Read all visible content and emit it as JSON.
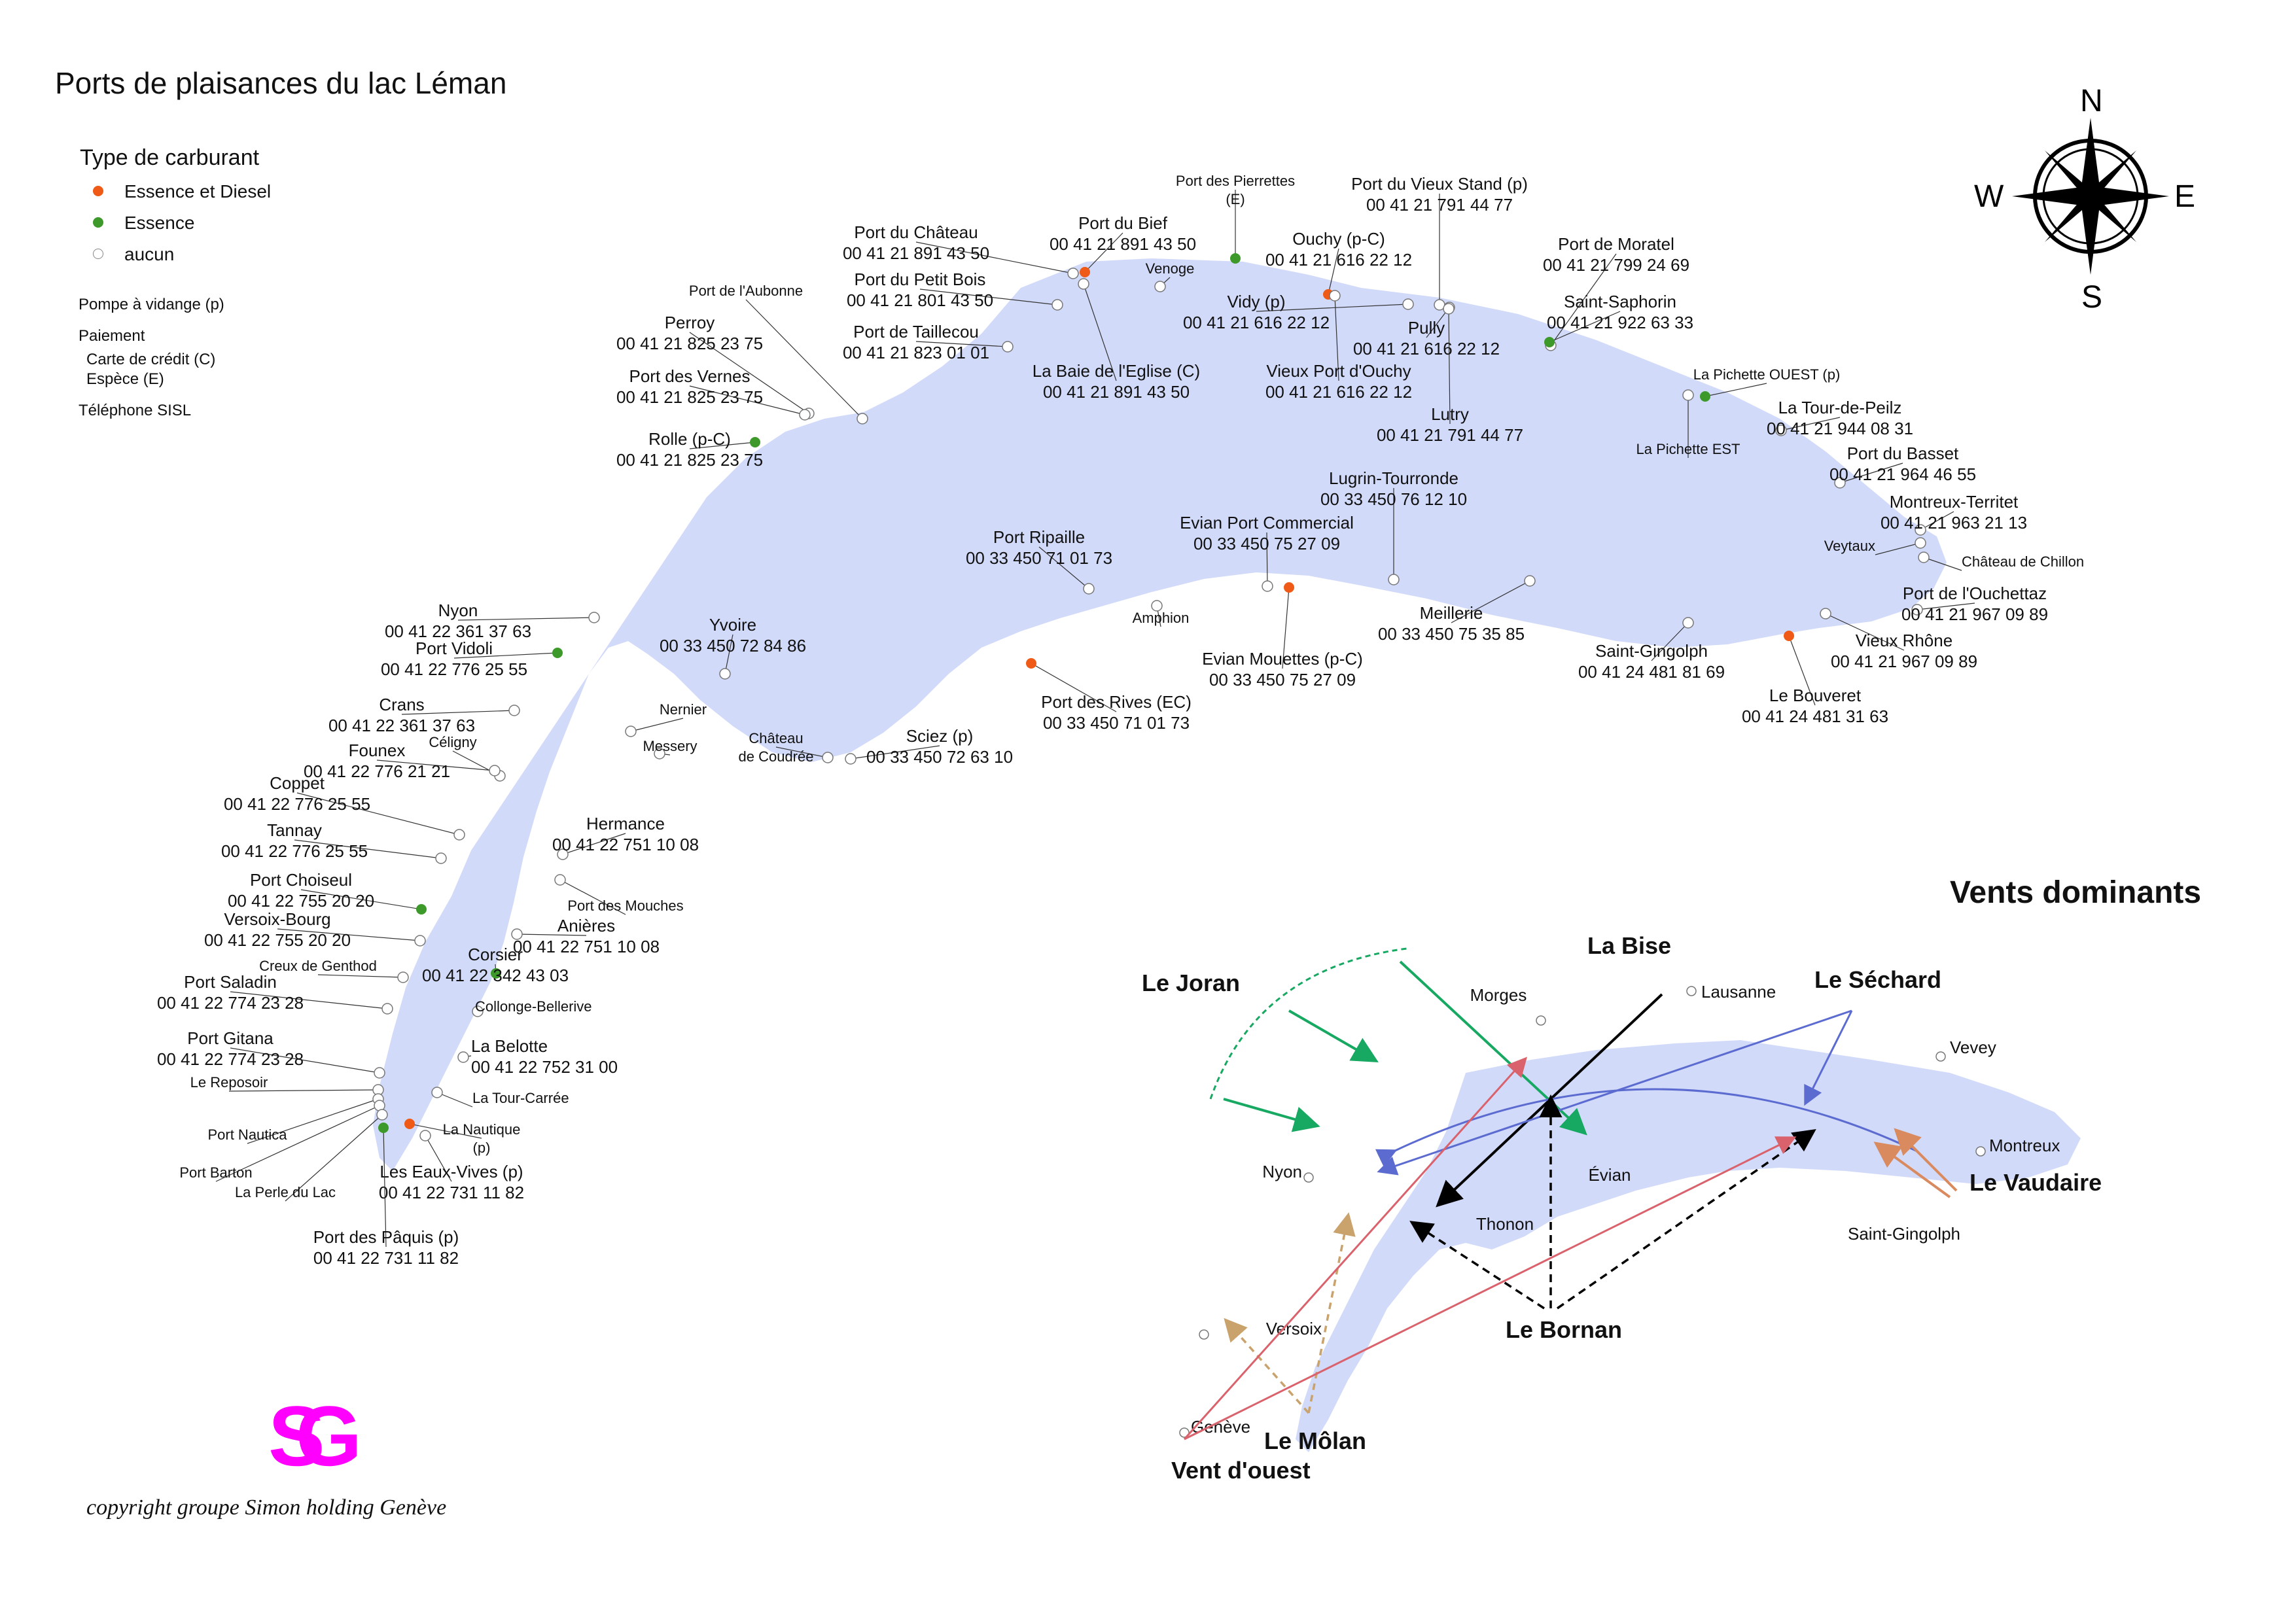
{
  "title": "Ports de plaisances du lac Léman",
  "legend": {
    "heading": "Type de carburant",
    "items": [
      {
        "label": "Essence et Diesel",
        "color": "#ef5a16"
      },
      {
        "label": "Essence",
        "color": "#3d9a2a"
      },
      {
        "label": "aucun",
        "color": "#ffffff"
      }
    ],
    "notes": [
      "Pompe à vidange (p)",
      "Paiement",
      "Carte de crédit (C)",
      "Espèce (E)",
      "Téléphone SISL"
    ]
  },
  "compass": {
    "n": "N",
    "s": "S",
    "e": "E",
    "w": "W"
  },
  "colors": {
    "lake": "#d2dafa",
    "essence_diesel": "#ef5a16",
    "essence": "#3d9a2a",
    "aucun": "#ffffff",
    "logo": "#ff00ff"
  },
  "ports": [
    {
      "name": "Port des Pierrettes",
      "extra": "(E)",
      "phone": "",
      "fuel": "essence"
    },
    {
      "name": "Port du Vieux Stand (p)",
      "extra": "",
      "phone": "00 41 21 791 44 77",
      "fuel": "aucun"
    },
    {
      "name": "Port du Château",
      "extra": "",
      "phone": "00 41 21 891 43 50",
      "fuel": "aucun"
    },
    {
      "name": "Port du Bief",
      "extra": "",
      "phone": "00 41 21 891 43 50",
      "fuel": "essence_diesel"
    },
    {
      "name": "Ouchy (p-C)",
      "extra": "",
      "phone": "00 41 21 616 22 12",
      "fuel": "essence_diesel"
    },
    {
      "name": "Venoge",
      "extra": "",
      "phone": "",
      "fuel": "aucun"
    },
    {
      "name": "Port de Moratel",
      "extra": "",
      "phone": "00 41 21 799 24 69",
      "fuel": "aucun"
    },
    {
      "name": "Port du Petit Bois",
      "extra": "",
      "phone": "00 41 21 801 43 50",
      "fuel": "aucun"
    },
    {
      "name": "Port de l'Aubonne",
      "extra": "",
      "phone": "",
      "fuel": "aucun"
    },
    {
      "name": "Vidy (p)",
      "extra": "",
      "phone": "00 41 21 616 22 12",
      "fuel": "aucun"
    },
    {
      "name": "Saint-Saphorin",
      "extra": "",
      "phone": "00 41 21 922 63 33",
      "fuel": "essence"
    },
    {
      "name": "Port de Taillecou",
      "extra": "",
      "phone": "00 41 21 823 01 01",
      "fuel": "aucun"
    },
    {
      "name": "Pully",
      "extra": "",
      "phone": "00 41 21 616 22 12",
      "fuel": "aucun"
    },
    {
      "name": "Perroy",
      "extra": "",
      "phone": "00 41 21 825 23 75",
      "fuel": "aucun"
    },
    {
      "name": "La Baie de l'Eglise (C)",
      "extra": "",
      "phone": "00 41 21 891 43 50",
      "fuel": "aucun"
    },
    {
      "name": "Vieux Port d'Ouchy",
      "extra": "",
      "phone": "00 41 21 616 22 12",
      "fuel": "aucun"
    },
    {
      "name": "La Pichette OUEST (p)",
      "extra": "",
      "phone": "",
      "fuel": "essence"
    },
    {
      "name": "Port des Vernes",
      "extra": "",
      "phone": "00 41 21 825 23 75",
      "fuel": "aucun"
    },
    {
      "name": "Lutry",
      "extra": "",
      "phone": "00 41 21 791 44 77",
      "fuel": "aucun"
    },
    {
      "name": "La Tour-de-Peilz",
      "extra": "",
      "phone": "00 41 21 944 08 31",
      "fuel": "aucun"
    },
    {
      "name": "Rolle (p-C)",
      "extra": "",
      "phone": "00 41 21 825 23 75",
      "fuel": "essence"
    },
    {
      "name": "La Pichette EST",
      "extra": "",
      "phone": "",
      "fuel": "aucun"
    },
    {
      "name": "Port du Basset",
      "extra": "",
      "phone": "00 41 21 964 46 55",
      "fuel": "aucun"
    },
    {
      "name": "Lugrin-Tourronde",
      "extra": "",
      "phone": "00 33 450 76 12 10",
      "fuel": "aucun"
    },
    {
      "name": "Montreux-Territet",
      "extra": "",
      "phone": "00 41 21 963 21 13",
      "fuel": "aucun"
    },
    {
      "name": "Evian Port Commercial",
      "extra": "",
      "phone": "00 33 450 75 27 09",
      "fuel": "aucun"
    },
    {
      "name": "Port Ripaille",
      "extra": "",
      "phone": "00 33 450 71 01 73",
      "fuel": "aucun"
    },
    {
      "name": "Veytaux",
      "extra": "",
      "phone": "",
      "fuel": "aucun"
    },
    {
      "name": "Château de Chillon",
      "extra": "",
      "phone": "",
      "fuel": "aucun"
    },
    {
      "name": "Port de l'Ouchettaz",
      "extra": "",
      "phone": "00 41 21  967 09 89",
      "fuel": "aucun"
    },
    {
      "name": "Nyon",
      "extra": "",
      "phone": "00 41 22 361 37 63",
      "fuel": "aucun"
    },
    {
      "name": "Amphion",
      "extra": "",
      "phone": "",
      "fuel": "aucun"
    },
    {
      "name": "Meillerie",
      "extra": "",
      "phone": "00 33 450 75 35 85",
      "fuel": "aucun"
    },
    {
      "name": "Port Vidoli",
      "extra": "",
      "phone": "00 41 22 776 25 55",
      "fuel": "essence"
    },
    {
      "name": "Yvoire",
      "extra": "",
      "phone": "00 33 450 72 84 86",
      "fuel": "aucun"
    },
    {
      "name": "Vieux Rhône",
      "extra": "",
      "phone": "00 41 21  967 09 89",
      "fuel": "aucun"
    },
    {
      "name": "Saint-Gingolph",
      "extra": "",
      "phone": "00 41 24 481 81 69",
      "fuel": "aucun"
    },
    {
      "name": "Evian Mouettes (p-C)",
      "extra": "",
      "phone": "00 33 450 75 27 09",
      "fuel": "essence_diesel"
    },
    {
      "name": "Crans",
      "extra": "",
      "phone": "00 41 22 361 37 63",
      "fuel": "aucun"
    },
    {
      "name": "Nernier",
      "extra": "",
      "phone": "",
      "fuel": "aucun"
    },
    {
      "name": "Le Bouveret",
      "extra": "",
      "phone": "00 41 24 481 31 63",
      "fuel": "essence_diesel"
    },
    {
      "name": "Port des Rives (EC)",
      "extra": "",
      "phone": "00 33 450 71 01 73",
      "fuel": "essence_diesel"
    },
    {
      "name": "Château",
      "extra": "de Coudrée",
      "phone": "",
      "fuel": "aucun"
    },
    {
      "name": "Messery",
      "extra": "",
      "phone": "",
      "fuel": "aucun"
    },
    {
      "name": "Céligny",
      "extra": "",
      "phone": "",
      "fuel": "aucun"
    },
    {
      "name": "Founex",
      "extra": "",
      "phone": "00 41 22 776 21 21",
      "fuel": "aucun"
    },
    {
      "name": "Sciez (p)",
      "extra": "",
      "phone": "00 33 450 72 63 10",
      "fuel": "aucun"
    },
    {
      "name": "Coppet",
      "extra": "",
      "phone": "00 41 22 776 25 55",
      "fuel": "aucun"
    },
    {
      "name": "Hermance",
      "extra": "",
      "phone": "00 41 22 751 10 08",
      "fuel": "aucun"
    },
    {
      "name": "Tannay",
      "extra": "",
      "phone": "00 41 22 776 25 55",
      "fuel": "aucun"
    },
    {
      "name": "Port Choiseul",
      "extra": "",
      "phone": "00 41 22 755 20 20",
      "fuel": "essence"
    },
    {
      "name": "Port des Mouches",
      "extra": "",
      "phone": "",
      "fuel": "aucun"
    },
    {
      "name": "Versoix-Bourg",
      "extra": "",
      "phone": "00 41 22 755 20 20",
      "fuel": "aucun"
    },
    {
      "name": "Anières",
      "extra": "",
      "phone": "00 41 22 751 10 08",
      "fuel": "aucun"
    },
    {
      "name": "Creux de Genthod",
      "extra": "",
      "phone": "",
      "fuel": "aucun"
    },
    {
      "name": "Corsier",
      "extra": "",
      "phone": "00 41 22 342 43 03",
      "fuel": "essence"
    },
    {
      "name": "Port Saladin",
      "extra": "",
      "phone": "00 41 22 774 23 28",
      "fuel": "aucun"
    },
    {
      "name": "Collonge-Bellerive",
      "extra": "",
      "phone": "",
      "fuel": "aucun"
    },
    {
      "name": "Port Gitana",
      "extra": "",
      "phone": "00 41 22 774 23 28",
      "fuel": "aucun"
    },
    {
      "name": "La Belotte",
      "extra": "",
      "phone": "00 41 22 752 31 00",
      "fuel": "aucun"
    },
    {
      "name": "Le Reposoir",
      "extra": "",
      "phone": "",
      "fuel": "aucun"
    },
    {
      "name": "La Tour-Carrée",
      "extra": "",
      "phone": "",
      "fuel": "aucun"
    },
    {
      "name": "Port Nautica",
      "extra": "",
      "phone": "",
      "fuel": "aucun"
    },
    {
      "name": "La Nautique",
      "extra": "(p)",
      "phone": "",
      "fuel": "essence_diesel"
    },
    {
      "name": "Port Barton",
      "extra": "",
      "phone": "",
      "fuel": "aucun"
    },
    {
      "name": "Les Eaux-Vives (p)",
      "extra": "",
      "phone": "00 41 22 731 11 82",
      "fuel": "aucun"
    },
    {
      "name": "La Perle du Lac",
      "extra": "",
      "phone": "",
      "fuel": "aucun"
    },
    {
      "name": "Port des Pâquis (p)",
      "extra": "",
      "phone": "00 41 22 731 11 82",
      "fuel": "essence"
    }
  ],
  "winds": {
    "title": "Vents dominants",
    "names": [
      "La Bise",
      "Le Joran",
      "Le Séchard",
      "Le Vaudaire",
      "Le Bornan",
      "Le Môlan",
      "Vent d'ouest"
    ],
    "places": [
      "Lausanne",
      "Morges",
      "Vevey",
      "Montreux",
      "Nyon",
      "Évian",
      "Thonon",
      "Saint-Gingolph",
      "Versoix",
      "Genève"
    ],
    "colors": {
      "bise": "#000000",
      "joran": "#17a862",
      "sechard": "#5b6bd0",
      "vaudaire": "#d98a5e",
      "bornan": "#000000",
      "molan": "#c9a26c",
      "ouest": "#d9626c"
    }
  },
  "logo": "SG",
  "copyright": "copyright groupe Simon holding Genève"
}
